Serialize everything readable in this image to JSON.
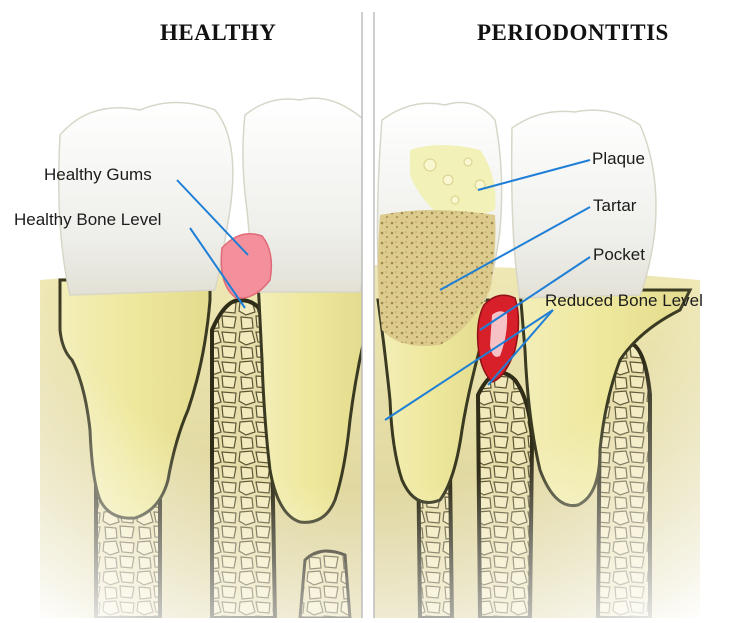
{
  "panels": {
    "left_title": "HEALTHY",
    "right_title": "PERIODONTITIS"
  },
  "labels": {
    "healthy_gums": "Healthy Gums",
    "healthy_bone_level": "Healthy Bone Level",
    "plaque": "Plaque",
    "tartar": "Tartar",
    "pocket": "Pocket",
    "reduced_bone_level": "Reduced Bone Level"
  },
  "colors": {
    "tooth_enamel": "#f4f4f1",
    "tooth_root": "#ece8a2",
    "bone": "#d8cc8e",
    "bone_outline": "#3a3a22",
    "gum_pink": "#f48f9c",
    "pocket_red": "#d8202a",
    "plaque_yellow": "#f0efb0",
    "tartar_tan": "#cdb97c",
    "leader_line": "#1f7fd6",
    "divider": "#b9b9b9"
  }
}
